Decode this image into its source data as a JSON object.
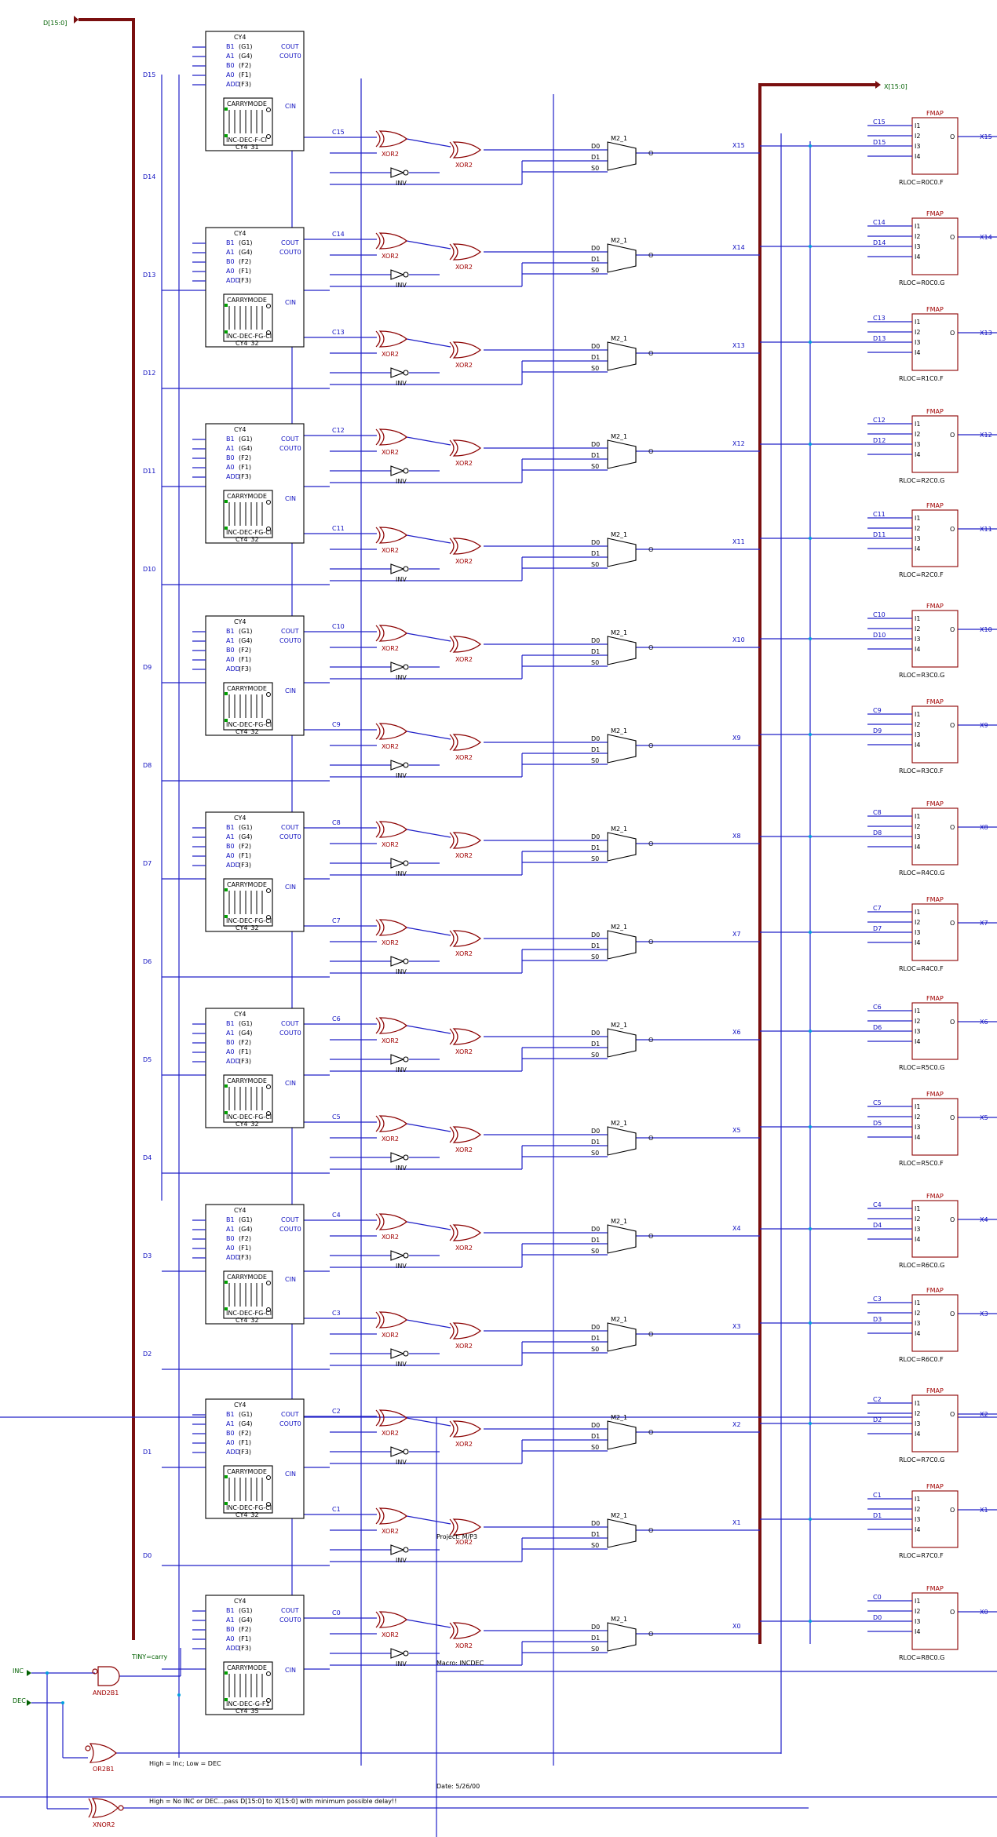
{
  "buses": {
    "d": "D[15:0]",
    "x": "X[15:0]"
  },
  "inputs": {
    "inc": "INC",
    "dec": "DEC"
  },
  "cy4": {
    "title": "CY4",
    "pins_left": [
      "B1",
      "A1",
      "B0",
      "A0",
      "ADD"
    ],
    "pins_mid": [
      "(G1)",
      "(G4)",
      "(F2)",
      "(F1)",
      "(F3)"
    ],
    "cout": "COUT",
    "cout0": "COUT0",
    "cin": "CIN",
    "carrymode": "CARRYMODE",
    "stages": [
      {
        "name": "CY4_31",
        "mode": "INC-DEC-F-CI"
      },
      {
        "name": "CY4_32",
        "mode": "INC-DEC-FG-CI"
      },
      {
        "name": "CY4_32",
        "mode": "INC-DEC-FG-CI"
      },
      {
        "name": "CY4_32",
        "mode": "INC-DEC-FG-CI"
      },
      {
        "name": "CY4_32",
        "mode": "INC-DEC-FG-CI"
      },
      {
        "name": "CY4_32",
        "mode": "INC-DEC-FG-CI"
      },
      {
        "name": "CY4_32",
        "mode": "INC-DEC-FG-CI"
      },
      {
        "name": "CY4_32",
        "mode": "INC-DEC-FG-CI"
      },
      {
        "name": "CY4_35",
        "mode": "INC-DEC-G-F1"
      }
    ]
  },
  "gates": {
    "xor": "XOR2",
    "inv": "INV",
    "mux": "M2_1",
    "mux_pins": [
      "D0",
      "D1",
      "S0"
    ],
    "mux_out": "O",
    "and": "AND2B1",
    "or": "OR2B1",
    "xnor": "XNOR2"
  },
  "bits": [
    {
      "c": "C15",
      "d": "D15",
      "x": "X15",
      "loc": "RLOC=R0C0.F"
    },
    {
      "c": "C14",
      "d": "D14",
      "x": "X14",
      "loc": "RLOC=R0C0.G"
    },
    {
      "c": "C13",
      "d": "D13",
      "x": "X13",
      "loc": "RLOC=R1C0.F"
    },
    {
      "c": "C12",
      "d": "D12",
      "x": "X12",
      "loc": "RLOC=R2C0.G"
    },
    {
      "c": "C11",
      "d": "D11",
      "x": "X11",
      "loc": "RLOC=R2C0.F"
    },
    {
      "c": "C10",
      "d": "D10",
      "x": "X10",
      "loc": "RLOC=R3C0.G"
    },
    {
      "c": "C9",
      "d": "D9",
      "x": "X9",
      "loc": "RLOC=R3C0.F"
    },
    {
      "c": "C8",
      "d": "D8",
      "x": "X8",
      "loc": "RLOC=R4C0.G"
    },
    {
      "c": "C7",
      "d": "D7",
      "x": "X7",
      "loc": "RLOC=R4C0.F"
    },
    {
      "c": "C6",
      "d": "D6",
      "x": "X6",
      "loc": "RLOC=R5C0.G"
    },
    {
      "c": "C5",
      "d": "D5",
      "x": "X5",
      "loc": "RLOC=R5C0.F"
    },
    {
      "c": "C4",
      "d": "D4",
      "x": "X4",
      "loc": "RLOC=R6C0.G"
    },
    {
      "c": "C3",
      "d": "D3",
      "x": "X3",
      "loc": "RLOC=R6C0.F"
    },
    {
      "c": "C2",
      "d": "D2",
      "x": "X2",
      "loc": "RLOC=R7C0.G"
    },
    {
      "c": "C1",
      "d": "D1",
      "x": "X1",
      "loc": "RLOC=R7C0.F"
    },
    {
      "c": "C0",
      "d": "D0",
      "x": "X0",
      "loc": "RLOC=R8C0.G"
    }
  ],
  "fmap": {
    "title": "FMAP",
    "pins": [
      "I1",
      "I2",
      "I3",
      "I4"
    ],
    "out": "O"
  },
  "notes": {
    "tiny": "TINY=carry",
    "high_note": "High = Inc; Low = DEC",
    "xnor_note": "High = No INC or DEC...pass D[15:0] to X[15:0] with minimum possible delay!!",
    "project": "Project: M/P3",
    "macro": "Macro: INCDEC",
    "date": "Date: 5/26/00"
  }
}
